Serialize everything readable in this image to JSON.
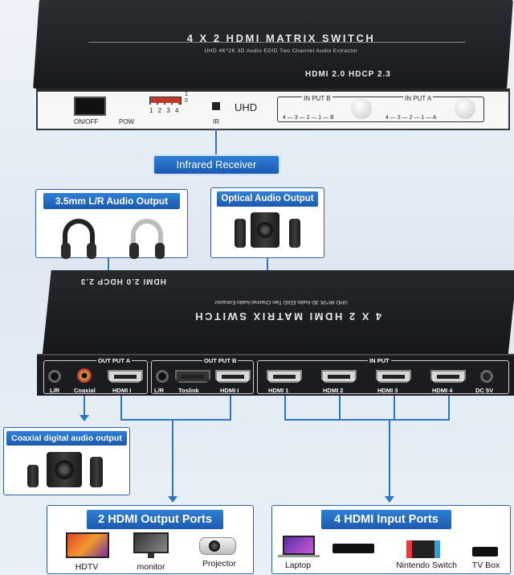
{
  "device_top": {
    "title": "4 X 2 HDMI MATRIX SWITCH",
    "subtitle": "UHD   4K*2K   3D   Audio EDID   Two Channel Audio Extractor",
    "badges": "HDMI 2.0   HDCP 2.3",
    "front": {
      "onoff": "ON/OFF",
      "pow": "POW",
      "dip_numbers": "1 2 3 4",
      "dip_states": "1\n0",
      "ir": "IR",
      "uhd": "UHD",
      "input_b": "IN PUT B",
      "input_a": "IN PUT A",
      "ports_b": "4 — 3 — 2 — 1 — B",
      "ports_a": "4 — 3 — 2 — 1 — A"
    }
  },
  "callouts": {
    "infrared": "Infrared Receiver",
    "audio_35": "3.5mm L/R Audio Output",
    "optical": "Optical Audio Output",
    "coaxial": "Coaxial digital audio output",
    "hdmi_out": "2 HDMI Output Ports",
    "hdmi_in": "4 HDMI Input Ports"
  },
  "device_bottom": {
    "title": "4 X 2 HDMI MATRIX SWITCH",
    "subtitle": "UHD   4K*2K   3D   Audio EDID   Two Channel Audio Extractor",
    "badges": "HDMI 2.0   HDCP 2.3",
    "rear": {
      "output_a": "OUT PUT A",
      "output_b": "OUT PUT B",
      "input": "IN PUT",
      "lr1": "L/R",
      "coaxial": "Coaxial",
      "hdmi_out_a": "HDMI  I",
      "lr2": "L/R",
      "toslink": "Toslink",
      "hdmi_out_b": "HDMI  I",
      "hdmi1": "HDMI 1",
      "hdmi2": "HDMI 2",
      "hdmi3": "HDMI 3",
      "hdmi4": "HDMI 4",
      "dc": "DC 5V"
    }
  },
  "outputs": [
    "HDTV",
    "monitor",
    "Projector"
  ],
  "inputs": [
    "Laptop",
    "Nintendo Switch",
    "TV Box"
  ],
  "colors": {
    "accent": "#1b59b0",
    "line": "#2c73c9",
    "device": "#1a1c1f"
  }
}
